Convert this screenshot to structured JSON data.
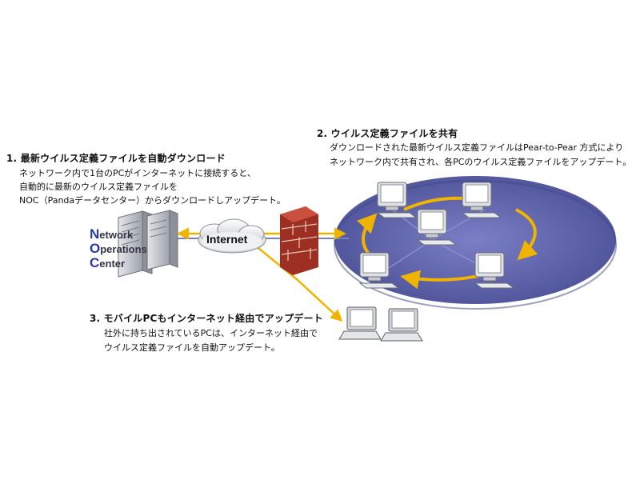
{
  "step1": {
    "heading": "1. 最新ウイルス定義ファイルを自動ダウンロード",
    "lines": [
      "ネットワーク内で1台のPCがインターネットに接続すると、",
      "自動的に最新のウイルス定義ファイルを",
      "NOC（Pandaデータセンター）からダウンロードしアップデート。"
    ]
  },
  "step2": {
    "heading": "2. ウイルス定義ファイルを共有",
    "lines": [
      "ダウンロードされた最新ウイルス定義ファイルはPear-to-Pear 方式により",
      "ネットワーク内で共有され、各PCのウイルス定義ファイルをアップデート。"
    ]
  },
  "step3": {
    "heading": "3. モバイルPCもインターネット経由でアップデート",
    "lines": [
      "社外に持ち出されているPCは、インターネット経由で",
      "ウイルス定義ファイルを自動アップデート。"
    ]
  },
  "noc": {
    "line1_cap": "N",
    "line1_rest": "etwork",
    "line2_cap": "O",
    "line2_rest": "perations",
    "line3_cap": "C",
    "line3_rest": "enter"
  },
  "internet_label": "Internet",
  "colors": {
    "lan_disc": "#5b5fa8",
    "lan_disc_inner": "#6e73bb",
    "flow_arrow": "#f0b400",
    "link_line": "#7a7fc4",
    "firewall_brick": "#b83a2a",
    "server_gray": "#b9bcc3"
  }
}
